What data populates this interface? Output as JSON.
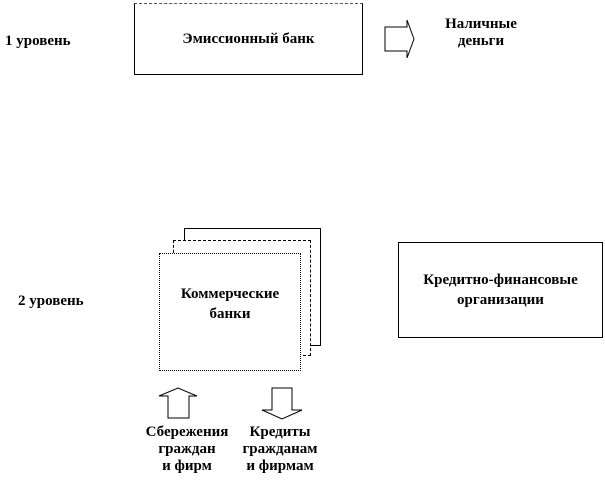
{
  "level1": {
    "label": "1 уровень",
    "box": "Эмиссионный банк",
    "output": [
      "Наличные",
      "деньги"
    ]
  },
  "level2": {
    "label": "2 уровень",
    "box": [
      "Коммерческие",
      "банки"
    ],
    "side_box": [
      "Кредитно-финансовые",
      "организации"
    ],
    "inflow": [
      "Сбережения",
      "граждан",
      "и фирм"
    ],
    "outflow": [
      "Кредиты",
      "гражданам",
      "и фирмам"
    ]
  }
}
